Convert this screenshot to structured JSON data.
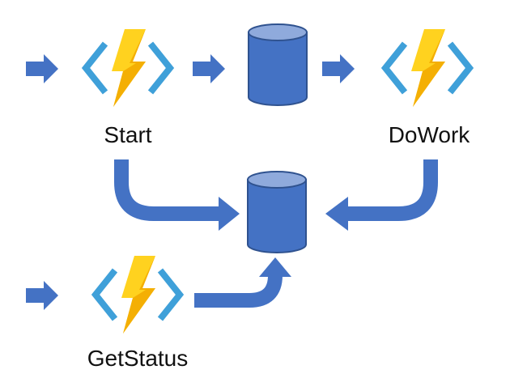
{
  "nodes": {
    "start": {
      "label": "Start"
    },
    "dowork": {
      "label": "DoWork"
    },
    "getstatus": {
      "label": "GetStatus"
    }
  },
  "colors": {
    "arrow": "#4472C4",
    "storage_fill": "#4472C4",
    "storage_top": "#8FAADC",
    "storage_stroke": "#2F528F",
    "bracket": "#3FA0D9",
    "bolt_light": "#FFD21F",
    "bolt_dark": "#F2A900"
  },
  "icons": [
    "azure-function-icon",
    "storage-cylinder-icon",
    "arrow-right-icon"
  ]
}
